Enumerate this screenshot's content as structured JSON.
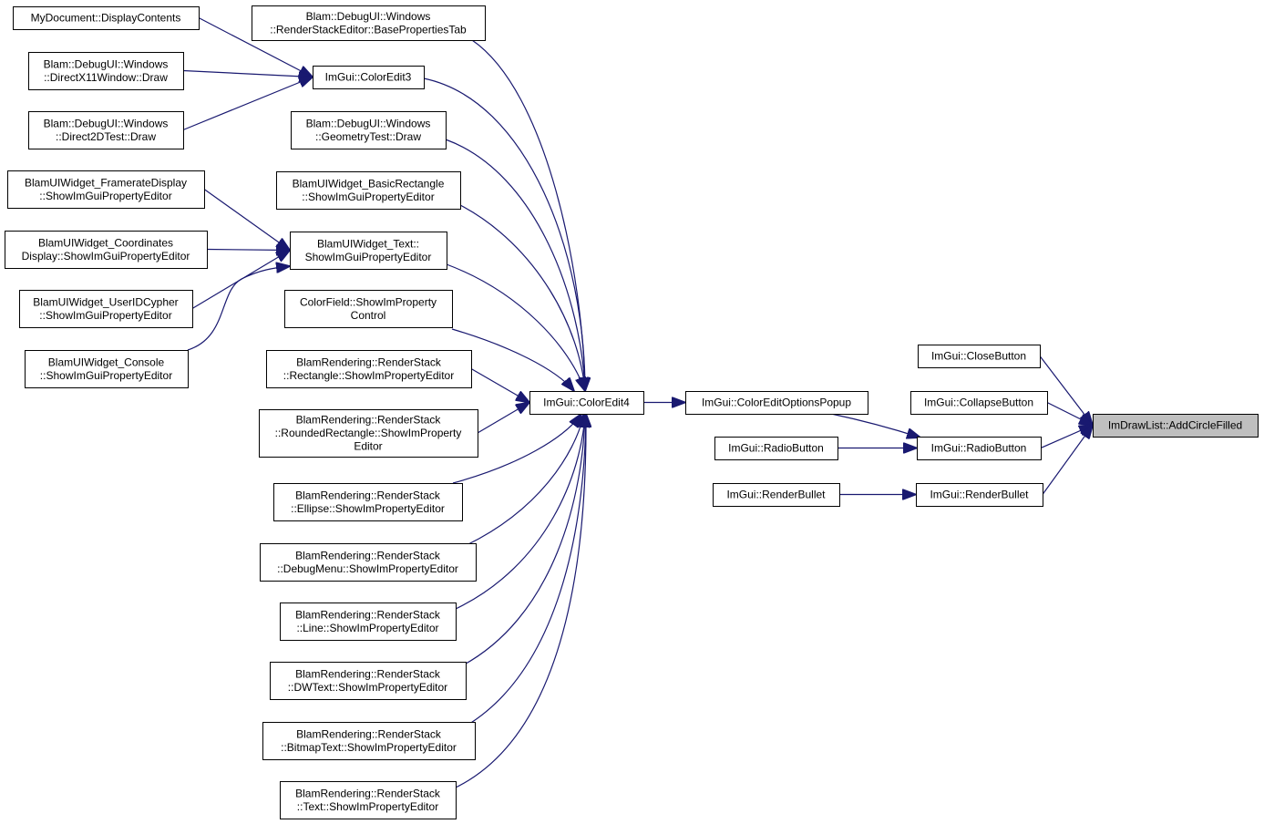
{
  "colors": {
    "edge": "#191970",
    "node_border": "#000000",
    "node_fill": "#ffffff",
    "focus_fill": "#bfbfbf"
  },
  "nodes": {
    "mydocument": [
      "MyDocument::DisplayContents"
    ],
    "dx11": [
      "Blam::DebugUI::Windows",
      "::DirectX11Window::Draw"
    ],
    "d2d": [
      "Blam::DebugUI::Windows",
      "::Direct2DTest::Draw"
    ],
    "fps": [
      "BlamUIWidget_FramerateDisplay",
      "::ShowImGuiPropertyEditor"
    ],
    "coords": [
      "BlamUIWidget_Coordinates",
      "Display::ShowImGuiPropertyEditor"
    ],
    "userid": [
      "BlamUIWidget_UserIDCypher",
      "::ShowImGuiPropertyEditor"
    ],
    "console": [
      "BlamUIWidget_Console",
      "::ShowImGuiPropertyEditor"
    ],
    "baseprops": [
      "Blam::DebugUI::Windows",
      "::RenderStackEditor::BasePropertiesTab"
    ],
    "coloredit3": [
      "ImGui::ColorEdit3"
    ],
    "geomtest": [
      "Blam::DebugUI::Windows",
      "::GeometryTest::Draw"
    ],
    "basicrect": [
      "BlamUIWidget_BasicRectangle",
      "::ShowImGuiPropertyEditor"
    ],
    "text": [
      "BlamUIWidget_Text::",
      "ShowImGuiPropertyEditor"
    ],
    "colorfield": [
      "ColorField::ShowImProperty",
      "Control"
    ],
    "rect": [
      "BlamRendering::RenderStack",
      "::Rectangle::ShowImPropertyEditor"
    ],
    "roundrect": [
      "BlamRendering::RenderStack",
      "::RoundedRectangle::ShowImProperty",
      "Editor"
    ],
    "ellipse": [
      "BlamRendering::RenderStack",
      "::Ellipse::ShowImPropertyEditor"
    ],
    "debugmenu": [
      "BlamRendering::RenderStack",
      "::DebugMenu::ShowImPropertyEditor"
    ],
    "line": [
      "BlamRendering::RenderStack",
      "::Line::ShowImPropertyEditor"
    ],
    "dwtext": [
      "BlamRendering::RenderStack",
      "::DWText::ShowImPropertyEditor"
    ],
    "bitmaptext": [
      "BlamRendering::RenderStack",
      "::BitmapText::ShowImPropertyEditor"
    ],
    "rstext": [
      "BlamRendering::RenderStack",
      "::Text::ShowImPropertyEditor"
    ],
    "coloredit4": [
      "ImGui::ColorEdit4"
    ],
    "popup": [
      "ImGui::ColorEditOptionsPopup"
    ],
    "radio_left": [
      "ImGui::RadioButton"
    ],
    "bullet_left": [
      "ImGui::RenderBullet"
    ],
    "close": [
      "ImGui::CloseButton"
    ],
    "collapse": [
      "ImGui::CollapseButton"
    ],
    "radio_right": [
      "ImGui::RadioButton"
    ],
    "bullet_right": [
      "ImGui::RenderBullet"
    ],
    "target": [
      "ImDrawList::AddCircleFilled"
    ]
  },
  "edges": [
    [
      "mydocument",
      "coloredit3"
    ],
    [
      "dx11",
      "coloredit3"
    ],
    [
      "d2d",
      "coloredit3"
    ],
    [
      "fps",
      "text"
    ],
    [
      "coords",
      "text"
    ],
    [
      "userid",
      "text"
    ],
    [
      "console",
      "text"
    ],
    [
      "baseprops",
      "coloredit4"
    ],
    [
      "coloredit3",
      "coloredit4"
    ],
    [
      "geomtest",
      "coloredit4"
    ],
    [
      "basicrect",
      "coloredit4"
    ],
    [
      "text",
      "coloredit4"
    ],
    [
      "colorfield",
      "coloredit4"
    ],
    [
      "rect",
      "coloredit4"
    ],
    [
      "roundrect",
      "coloredit4"
    ],
    [
      "ellipse",
      "coloredit4"
    ],
    [
      "debugmenu",
      "coloredit4"
    ],
    [
      "line",
      "coloredit4"
    ],
    [
      "dwtext",
      "coloredit4"
    ],
    [
      "bitmaptext",
      "coloredit4"
    ],
    [
      "rstext",
      "coloredit4"
    ],
    [
      "coloredit4",
      "popup"
    ],
    [
      "popup",
      "radio_right"
    ],
    [
      "radio_left",
      "radio_right"
    ],
    [
      "bullet_left",
      "bullet_right"
    ],
    [
      "close",
      "target"
    ],
    [
      "collapse",
      "target"
    ],
    [
      "radio_right",
      "target"
    ],
    [
      "bullet_right",
      "target"
    ]
  ],
  "focus_node": "target"
}
